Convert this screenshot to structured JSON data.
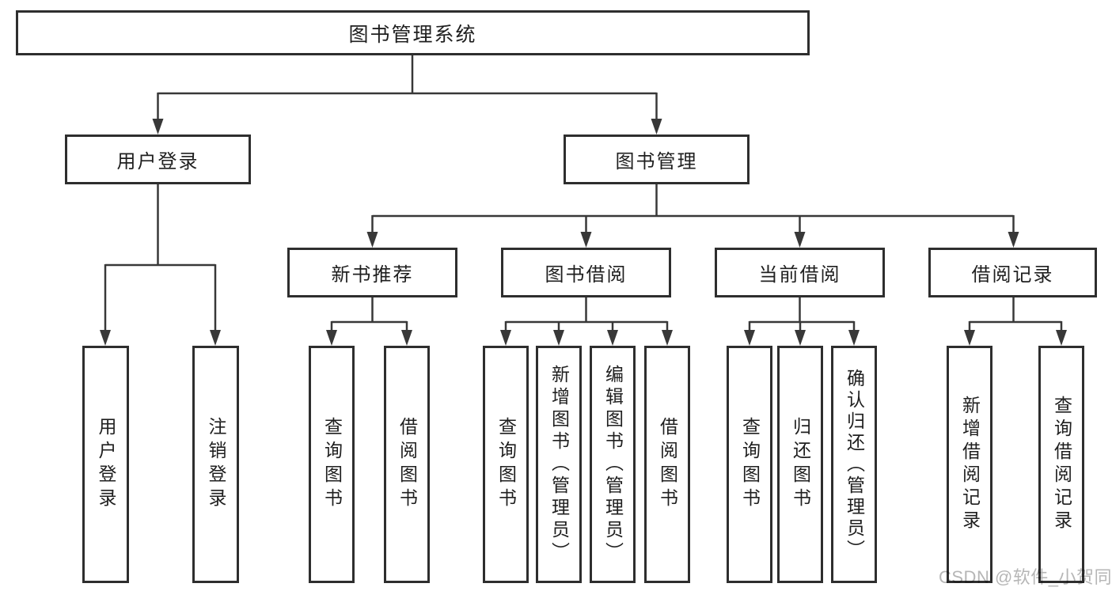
{
  "diagram_title": "图书管理系统",
  "tree": {
    "label": "图书管理系统",
    "children": [
      {
        "label": "用户登录",
        "children": [
          {
            "label": "用户登录"
          },
          {
            "label": "注销登录"
          }
        ]
      },
      {
        "label": "图书管理",
        "children": [
          {
            "label": "新书推荐",
            "children": [
              {
                "label": "查询图书"
              },
              {
                "label": "借阅图书"
              }
            ]
          },
          {
            "label": "图书借阅",
            "children": [
              {
                "label": "查询图书"
              },
              {
                "label": "新增图书（管理员）"
              },
              {
                "label": "编辑图书（管理员）"
              },
              {
                "label": "借阅图书"
              }
            ]
          },
          {
            "label": "当前借阅",
            "children": [
              {
                "label": "查询图书"
              },
              {
                "label": "归还图书"
              },
              {
                "label": "确认归还（管理员）"
              }
            ]
          },
          {
            "label": "借阅记录",
            "children": [
              {
                "label": "新增借阅记录"
              },
              {
                "label": "查询借阅记录"
              }
            ]
          }
        ]
      }
    ]
  },
  "watermark": "CSDN @软件_小贺同学",
  "colors": {
    "line": "#383838",
    "box_border": "#2e2e2e",
    "text": "#1f1f1f",
    "watermark": "#b6b6b6",
    "background": "#ffffff"
  }
}
